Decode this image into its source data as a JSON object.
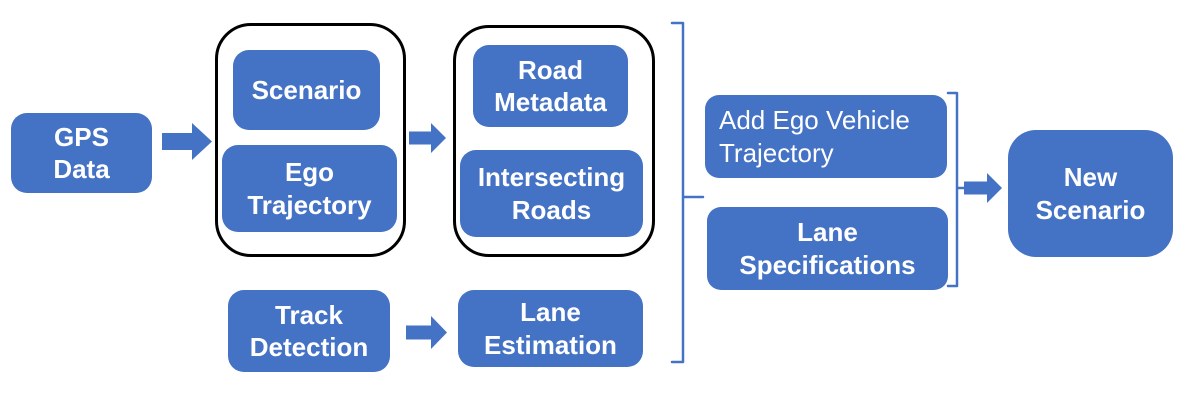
{
  "colors": {
    "background": "#FFFFFF",
    "node_fill": "#4472C4",
    "node_text": "#FFFFFF",
    "group_outline": "#000000",
    "connector": "#4472C4"
  },
  "diagram": {
    "title": "GPS data to new scenario generation pipeline",
    "nodes": {
      "gps_data": {
        "label": "GPS\nData"
      },
      "scenario": {
        "label": "Scenario"
      },
      "ego_trajectory": {
        "label": "Ego\nTrajectory"
      },
      "road_metadata": {
        "label": "Road\nMetadata"
      },
      "intersecting_roads": {
        "label": "Intersecting\nRoads"
      },
      "track_detection": {
        "label": "Track\nDetection"
      },
      "lane_estimation": {
        "label": "Lane\nEstimation"
      },
      "add_ego_vehicle_trajectory": {
        "label": "Add Ego Vehicle\nTrajectory"
      },
      "lane_specifications": {
        "label": "Lane\nSpecifications"
      },
      "new_scenario": {
        "label": "New\nScenario"
      }
    },
    "groups": [
      {
        "id": "scenario_ego_group",
        "members": [
          "scenario",
          "ego_trajectory"
        ]
      },
      {
        "id": "road_group",
        "members": [
          "road_metadata",
          "intersecting_roads"
        ]
      }
    ],
    "edges": [
      {
        "from": "gps_data",
        "to": "scenario_ego_group",
        "type": "arrow"
      },
      {
        "from": "scenario_ego_group",
        "to": "road_group",
        "type": "arrow"
      },
      {
        "from": "track_detection",
        "to": "lane_estimation",
        "type": "arrow"
      },
      {
        "from": "road_group + lane_estimation outputs",
        "to": "add_ego_vehicle_trajectory + lane_specifications",
        "type": "brace"
      },
      {
        "from": "add_ego_vehicle_trajectory + lane_specifications",
        "to": "new_scenario",
        "type": "bracket-arrow"
      }
    ]
  }
}
